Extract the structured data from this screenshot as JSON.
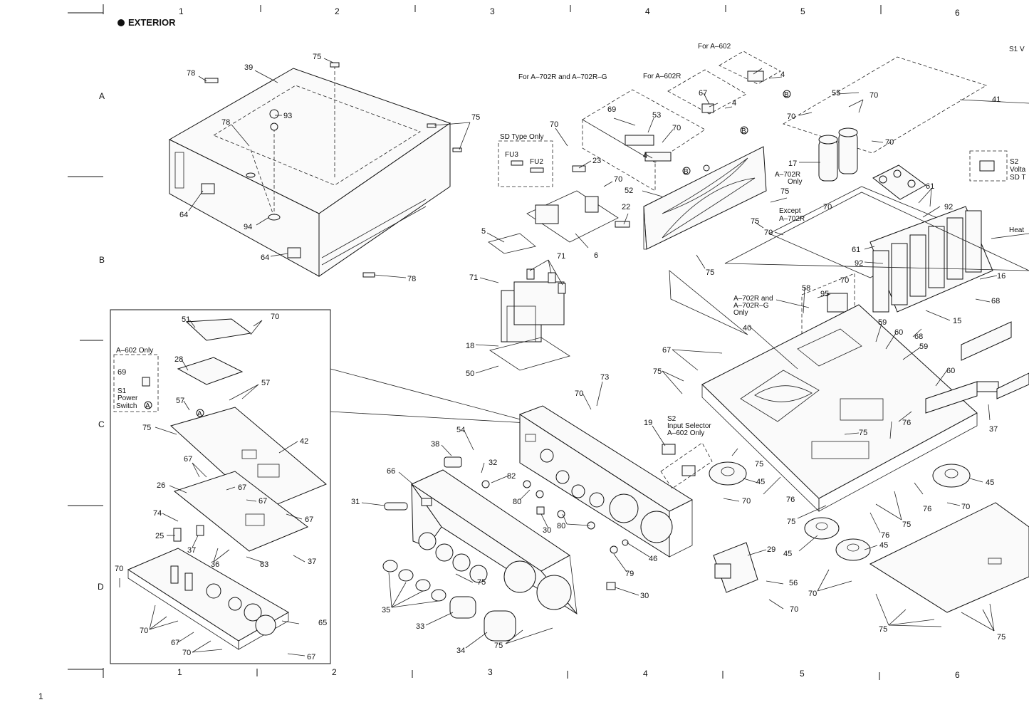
{
  "header": {
    "title": "EXTERIOR"
  },
  "grid": {
    "columns": [
      "1",
      "2",
      "3",
      "4",
      "5",
      "6"
    ],
    "rows": [
      "A",
      "B",
      "C",
      "D"
    ]
  },
  "page_number": "1",
  "notes": {
    "for_a602": "For A–602",
    "for_a702r": "For A–702R and A–702R–G",
    "for_a602r": "For A–602R",
    "sd_type_only": "SD Type Only",
    "fu3": "FU3",
    "fu2": "FU2",
    "a702r_only_1": "A–702R",
    "a702r_only_2": "Only",
    "except_1": "Except",
    "except_2": "A–702R",
    "a702rg_1": "A–702R and",
    "a702rg_2": "A–702R–G",
    "a702rg_3": "Only",
    "a602_only": "A–602 Only",
    "s1_1": "S1",
    "s1_2": "Power",
    "s1_3": "Switch",
    "s2_1": "S2",
    "s2_2": "Input Selector",
    "s2_3": "A–602 Only",
    "s1v": "S1 V",
    "s2volt_1": "S2",
    "s2volt_2": "Volta",
    "s2volt_3": "SD T",
    "heat": "Heat",
    "marker_a": "A",
    "marker_b": "B"
  },
  "callouts": [
    "75",
    "39",
    "78",
    "93",
    "78",
    "75",
    "64",
    "94",
    "64",
    "78",
    "70",
    "23",
    "70",
    "22",
    "5",
    "6",
    "71",
    "71",
    "18",
    "50",
    "69",
    "53",
    "70",
    "4",
    "52",
    "75",
    "67",
    "4",
    "4",
    "55",
    "70",
    "70",
    "17",
    "70",
    "70",
    "75",
    "75",
    "70",
    "61",
    "92",
    "61",
    "92",
    "16",
    "41",
    "58",
    "95",
    "70",
    "15",
    "68",
    "68",
    "59",
    "60",
    "59",
    "40",
    "67",
    "75",
    "60",
    "37",
    "76",
    "75",
    "73",
    "70",
    "54",
    "38",
    "32",
    "66",
    "31",
    "82",
    "80",
    "80",
    "30",
    "79",
    "46",
    "30",
    "35",
    "33",
    "34",
    "75",
    "75",
    "19",
    "45",
    "75",
    "70",
    "76",
    "75",
    "45",
    "45",
    "29",
    "56",
    "70",
    "70",
    "76",
    "75",
    "76",
    "70",
    "45",
    "75",
    "75",
    "51",
    "70",
    "28",
    "57",
    "57",
    "69",
    "75",
    "42",
    "67",
    "67",
    "26",
    "67",
    "67",
    "74",
    "25",
    "37",
    "36",
    "83",
    "37",
    "70",
    "65",
    "67",
    "70",
    "67",
    "70"
  ]
}
